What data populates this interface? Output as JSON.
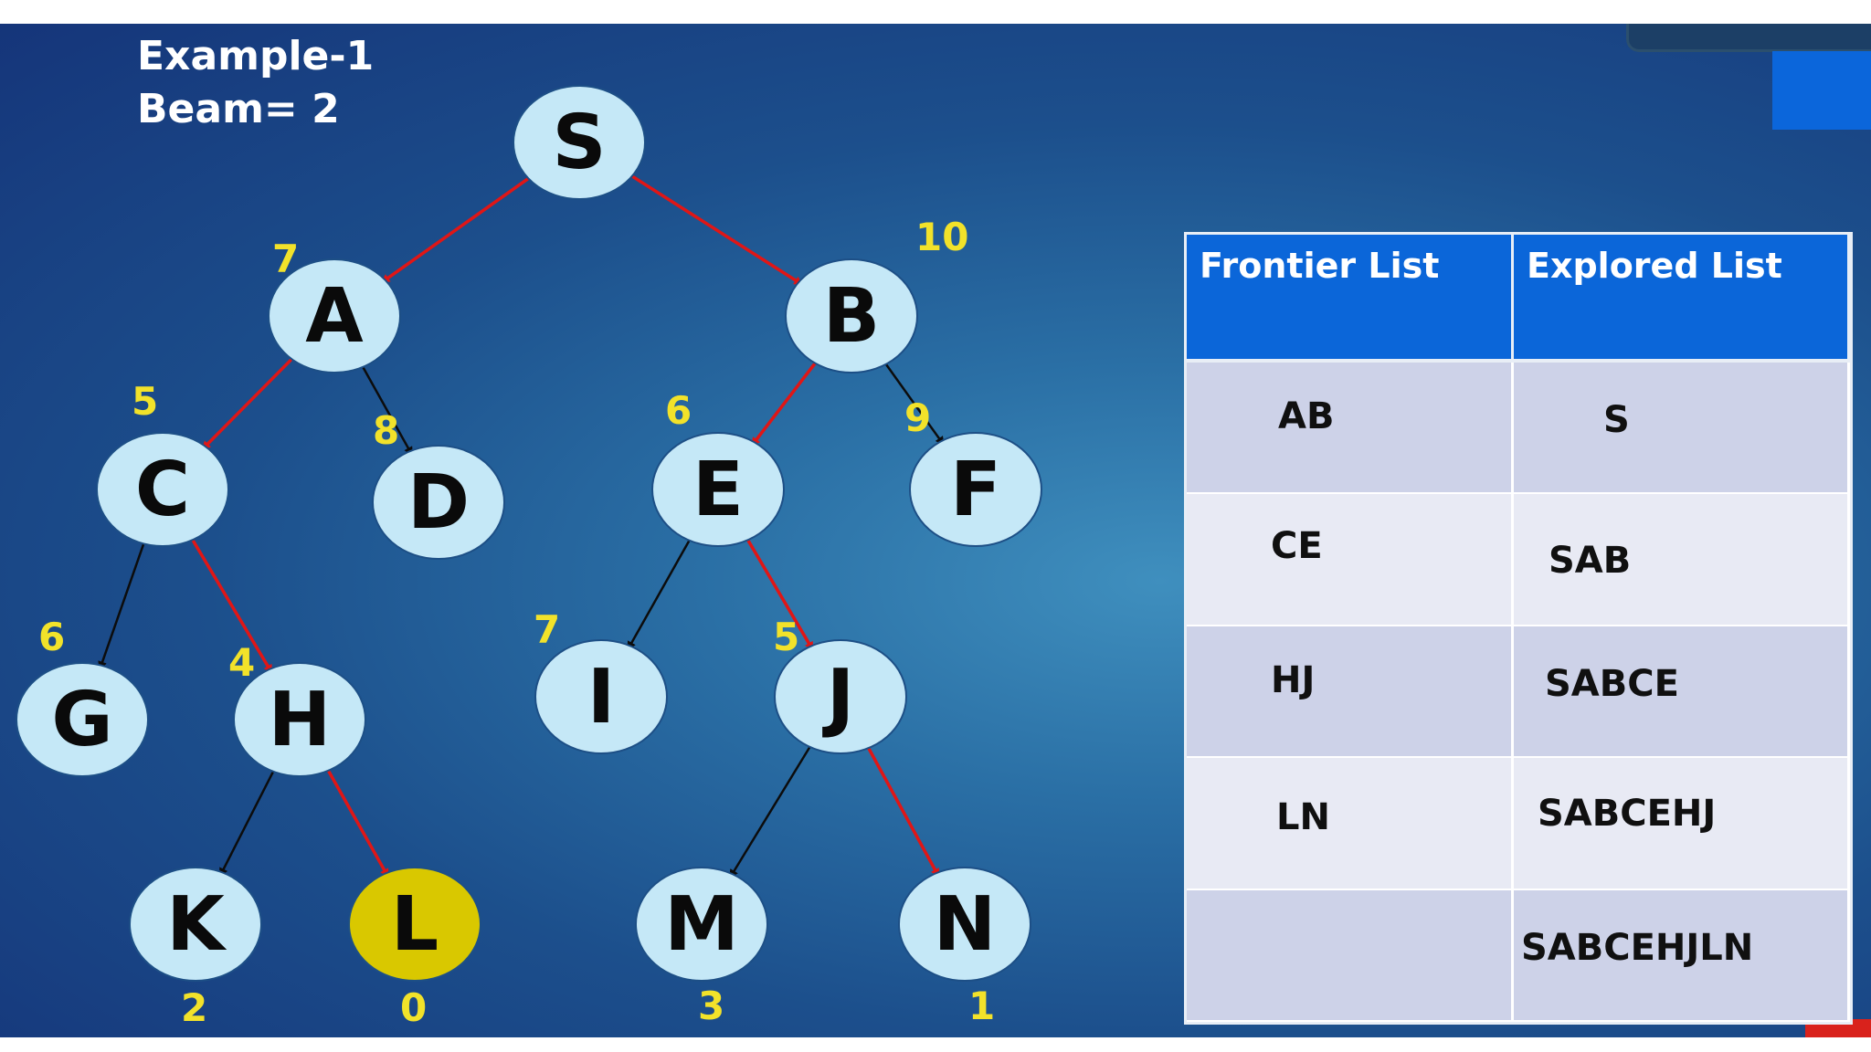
{
  "title": {
    "line1": "Example-1",
    "line2": "Beam= 2"
  },
  "colors": {
    "node_fill": "#c5e8f7",
    "goal_fill": "#d9c800",
    "path_edge": "#e01616",
    "other_edge": "#0c0c0c",
    "heuristic_text": "#f2e22a",
    "table_header": "#0b66d9"
  },
  "tree": {
    "nodes": [
      {
        "id": "S",
        "label": "S",
        "h": ""
      },
      {
        "id": "A",
        "label": "A",
        "h": "7"
      },
      {
        "id": "B",
        "label": "B",
        "h": "10"
      },
      {
        "id": "C",
        "label": "C",
        "h": "5"
      },
      {
        "id": "D",
        "label": "D",
        "h": "8"
      },
      {
        "id": "E",
        "label": "E",
        "h": "6"
      },
      {
        "id": "F",
        "label": "F",
        "h": "9"
      },
      {
        "id": "G",
        "label": "G",
        "h": "6"
      },
      {
        "id": "H",
        "label": "H",
        "h": "4"
      },
      {
        "id": "I",
        "label": "I",
        "h": "7"
      },
      {
        "id": "J",
        "label": "J",
        "h": "5"
      },
      {
        "id": "K",
        "label": "K",
        "h": "2"
      },
      {
        "id": "L",
        "label": "L",
        "h": "0",
        "goal": true
      },
      {
        "id": "M",
        "label": "M",
        "h": "3"
      },
      {
        "id": "N",
        "label": "N",
        "h": "1"
      }
    ],
    "edges": [
      {
        "from": "S",
        "to": "A",
        "selected": true
      },
      {
        "from": "S",
        "to": "B",
        "selected": true
      },
      {
        "from": "A",
        "to": "C",
        "selected": true
      },
      {
        "from": "A",
        "to": "D",
        "selected": false
      },
      {
        "from": "B",
        "to": "E",
        "selected": true
      },
      {
        "from": "B",
        "to": "F",
        "selected": false
      },
      {
        "from": "C",
        "to": "G",
        "selected": false
      },
      {
        "from": "C",
        "to": "H",
        "selected": true
      },
      {
        "from": "E",
        "to": "I",
        "selected": false
      },
      {
        "from": "E",
        "to": "J",
        "selected": true
      },
      {
        "from": "H",
        "to": "K",
        "selected": false
      },
      {
        "from": "H",
        "to": "L",
        "selected": true
      },
      {
        "from": "J",
        "to": "M",
        "selected": false
      },
      {
        "from": "J",
        "to": "N",
        "selected": true
      }
    ]
  },
  "table": {
    "headers": [
      "Frontier List",
      "Explored List"
    ],
    "rows": [
      {
        "frontier": "AB",
        "explored": "S"
      },
      {
        "frontier": "CE",
        "explored": "SAB"
      },
      {
        "frontier": "HJ",
        "explored": "SABCE"
      },
      {
        "frontier": "LN",
        "explored": "SABCEHJ"
      },
      {
        "frontier": "",
        "explored": "SABCEHJLN"
      }
    ]
  }
}
